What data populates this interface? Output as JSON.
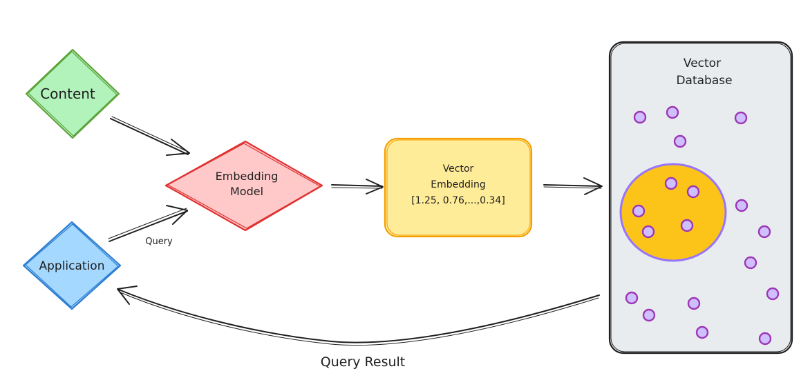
{
  "nodes": {
    "content": {
      "label": "Content",
      "fill": "#b2f2bb",
      "stroke": "#5da33a"
    },
    "application": {
      "label": "Application",
      "fill": "#a5d8ff",
      "stroke": "#2f7fd1"
    },
    "embedding_model": {
      "line1": "Embedding",
      "line2": "Model",
      "fill": "#ffc9c9",
      "stroke": "#e03131"
    },
    "vector_embedding": {
      "line1": "Vector",
      "line2": "Embedding",
      "line3": "[1.25, 0.76,...,0.34]",
      "fill": "#ffec99",
      "stroke": "#f59f00"
    },
    "vector_database": {
      "line1": "Vector",
      "line2": "Database",
      "fill": "#e9ecef",
      "stroke": "#1e1e1e"
    }
  },
  "edges": {
    "query_label": "Query",
    "query_result_label": "Query Result"
  },
  "colors": {
    "cluster_fill": "#fcc419",
    "cluster_stroke": "#9775fa",
    "point_fill": "#d0bfff",
    "point_stroke": "#9c36b5",
    "arrow": "#1e1e1e"
  }
}
